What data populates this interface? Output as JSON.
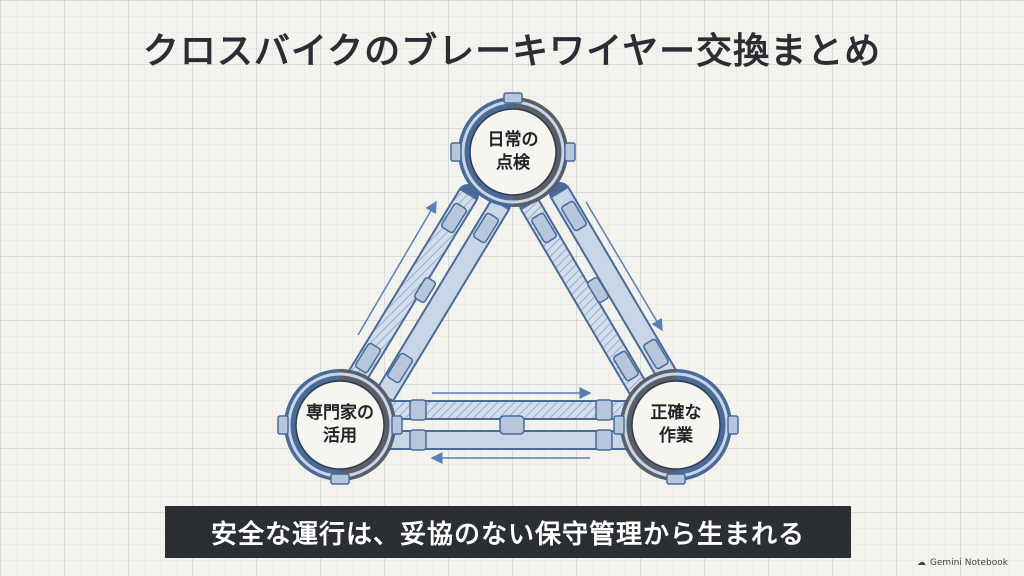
{
  "title": "クロスバイクのブレーキワイヤー交換まとめ",
  "nodes": {
    "top": {
      "line1": "日常の",
      "line2": "点検"
    },
    "left": {
      "line1": "専門家の",
      "line2": "活用"
    },
    "right": {
      "line1": "正確な",
      "line2": "作業"
    }
  },
  "caption": "安全な運行は、妥協のない保守管理から生まれる",
  "watermark": "Gemini Notebook",
  "colors": {
    "pipe": "#c9d6e8",
    "pipe_stroke": "#4a6a98",
    "ring_dark": "#5a5e66",
    "arrow": "#5a7fb5",
    "caption_bg": "#2b2e33"
  }
}
